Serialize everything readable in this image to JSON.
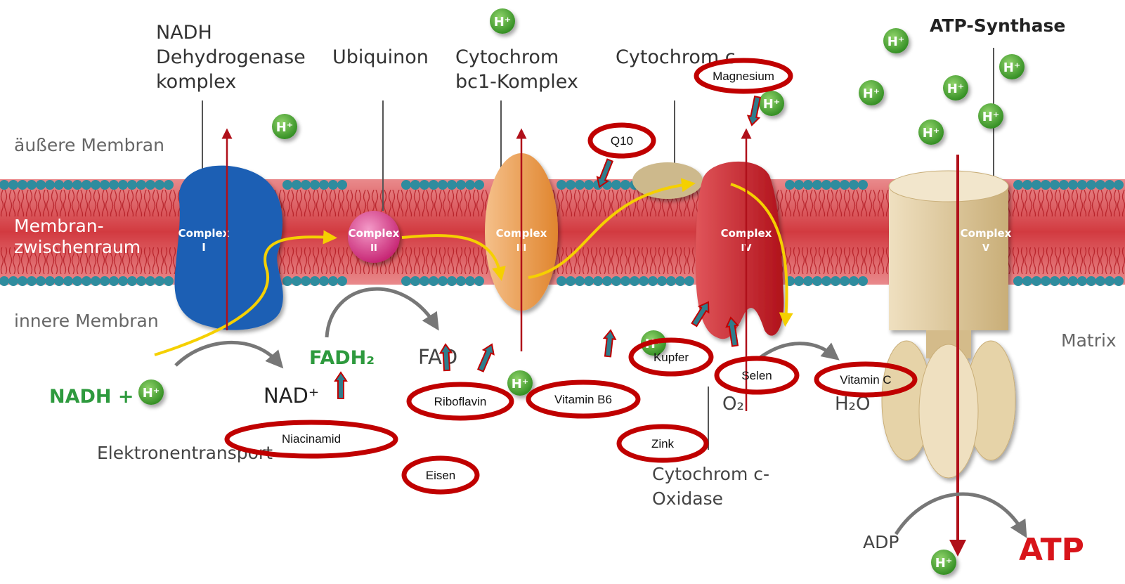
{
  "labels": {
    "nadh_line1": "NADH",
    "nadh_line2": "Dehydrogenase",
    "nadh_line3": "komplex",
    "ubiquinon": "Ubiquinon",
    "cyt_bc1_line1": "Cytochrom",
    "cyt_bc1_line2": "bc1-Komplex",
    "cyt_c": "Cytochrom c",
    "atp_synthase": "ATP-Synthase",
    "outer_membrane": "äußere Membran",
    "intermembrane_line1": "Membran-",
    "intermembrane_line2": "zwischenraum",
    "inner_membrane": "innere Membran",
    "matrix": "Matrix",
    "nadh_reaction": "NADH +",
    "nad_plus": "NAD⁺",
    "fadh2": "FADH₂",
    "fad": "FAD",
    "o2": "O₂",
    "h2o": "H₂O",
    "electron_transport": "Elektronentransport",
    "cyt_c_oxidase_line1": "Cytochrom c-",
    "cyt_c_oxidase_line2": "Oxidase",
    "adp": "ADP",
    "atp": "ATP",
    "proton": "H⁺"
  },
  "complexes": [
    {
      "name": "Complex",
      "num": "I"
    },
    {
      "name": "Complex",
      "num": "II"
    },
    {
      "name": "Complex",
      "num": "III"
    },
    {
      "name": "Complex",
      "num": "IV"
    },
    {
      "name": "Complex",
      "num": "V"
    }
  ],
  "nutrients": [
    "Magnesium",
    "Q10",
    "Kupfer",
    "Selen",
    "Vitamin C",
    "Riboflavin",
    "Vitamin B6",
    "Niacinamid",
    "Zink",
    "Eisen"
  ],
  "colors": {
    "membrane_band": "#d94a4f",
    "lipid_head": "#2f8c9e",
    "complex1": "#1a5fb4",
    "complex2": "#d9257f",
    "complex3": "#e89a4a",
    "complex4": "#c8161d",
    "complex5": "#d9c39a",
    "annotation_oval": "#c00000",
    "annotation_arrow": "#2e7d8c",
    "proton": "#3e9c2c",
    "electron_path": "#f5d000",
    "atp_text": "#d8141a",
    "nadh_text": "#2e9a3e"
  }
}
